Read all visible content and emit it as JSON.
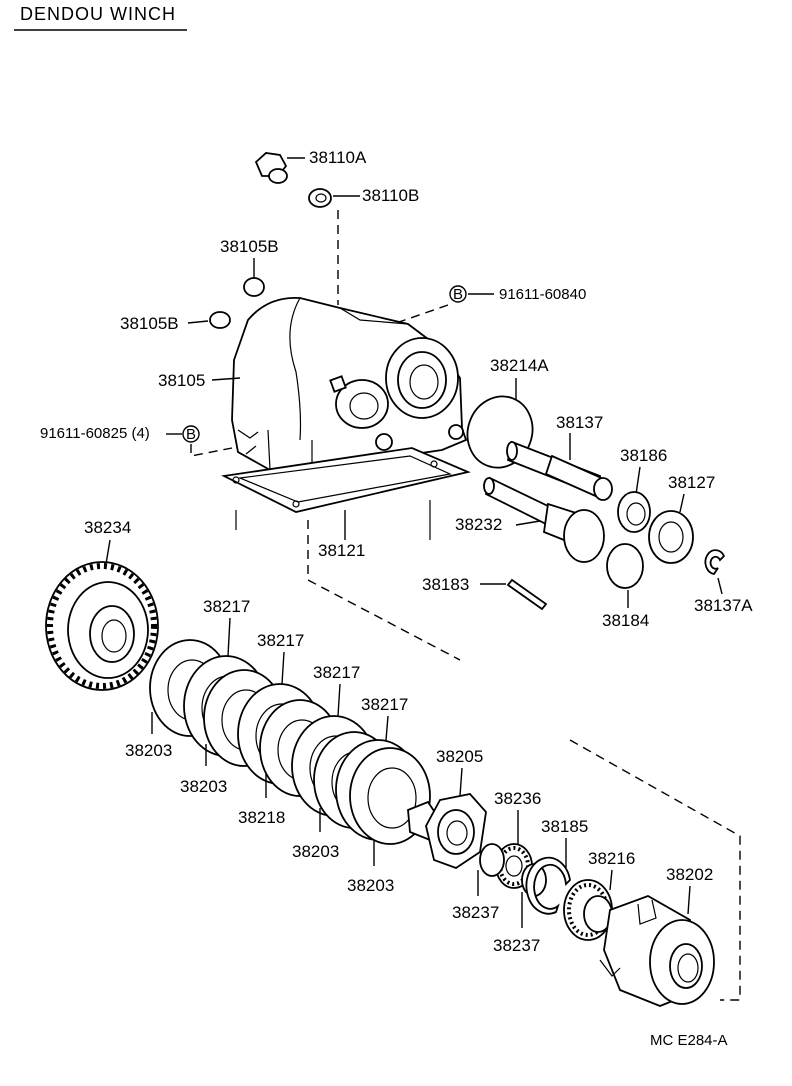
{
  "title": "DENDOU WINCH",
  "drawing_code": "MC  E284-A",
  "bolt_marker": "B",
  "labels": {
    "p38110A": "38110A",
    "p38110B": "38110B",
    "p38105B_a": "38105B",
    "p38105B_b": "38105B",
    "p91611_60840": "91611-60840",
    "p38105": "38105",
    "p91611_60825": "91611-60825 (4)",
    "p38214A": "38214A",
    "p38137": "38137",
    "p38186": "38186",
    "p38127": "38127",
    "p38232": "38232",
    "p38121": "38121",
    "p38183": "38183",
    "p38184": "38184",
    "p38137A": "38137A",
    "p38234": "38234",
    "p38217_a": "38217",
    "p38217_b": "38217",
    "p38217_c": "38217",
    "p38217_d": "38217",
    "p38203_a": "38203",
    "p38203_b": "38203",
    "p38218": "38218",
    "p38203_c": "38203",
    "p38203_d": "38203",
    "p38205": "38205",
    "p38236": "38236",
    "p38185": "38185",
    "p38216": "38216",
    "p38202": "38202",
    "p38237_a": "38237",
    "p38237_b": "38237"
  }
}
